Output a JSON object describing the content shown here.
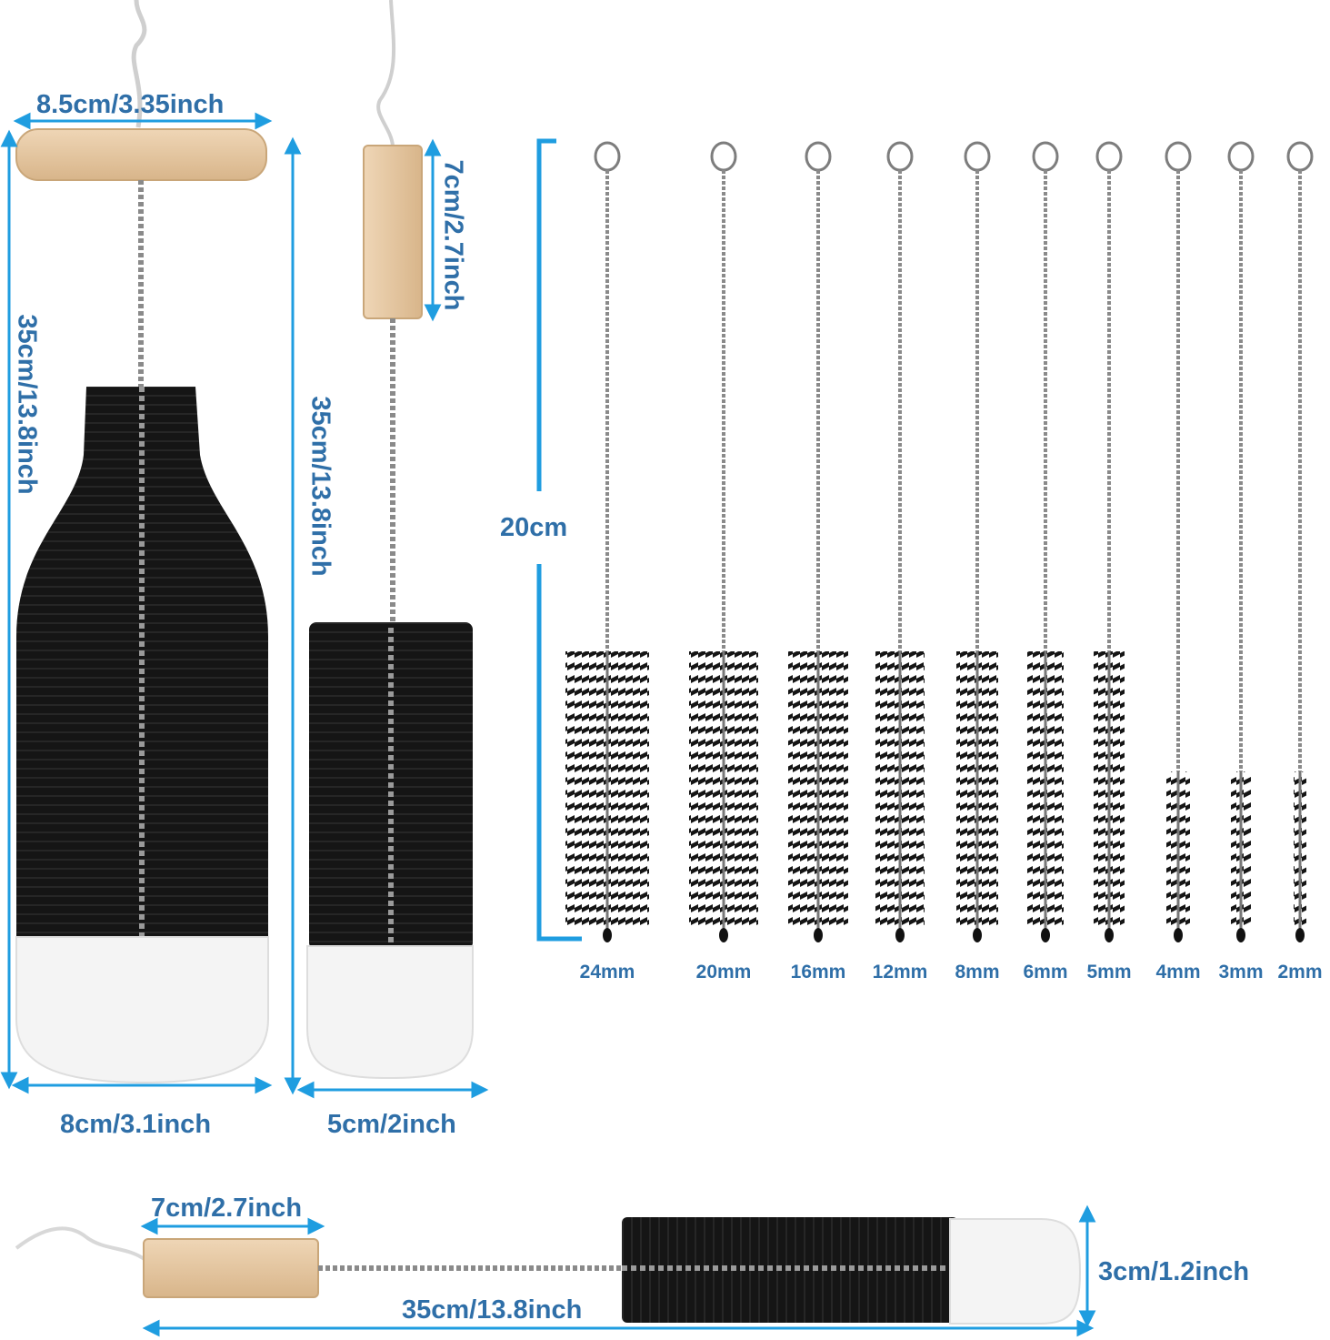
{
  "colors": {
    "dimension_line": "#1f9de0",
    "label_text": "#2f6fa8",
    "bristle_black": "#151515",
    "wood": "#e6c8a3",
    "white_tip": "#f4f4f4",
    "wire": "#8a8a8a"
  },
  "bottle_brush_large": {
    "width_top": "8.5cm/3.35inch",
    "height": "35cm/13.8inch",
    "width_bottom": "8cm/3.1inch"
  },
  "bottle_brush_medium": {
    "handle_length": "7cm/2.7inch",
    "height": "35cm/13.8inch",
    "width_bottom": "5cm/2inch"
  },
  "straw_brushes": {
    "length": "20cm",
    "sizes": [
      "24mm",
      "20mm",
      "16mm",
      "12mm",
      "8mm",
      "6mm",
      "5mm",
      "4mm",
      "3mm",
      "2mm"
    ]
  },
  "horizontal_brush": {
    "handle_length": "7cm/2.7inch",
    "length": "35cm/13.8inch",
    "diameter": "3cm/1.2inch"
  }
}
